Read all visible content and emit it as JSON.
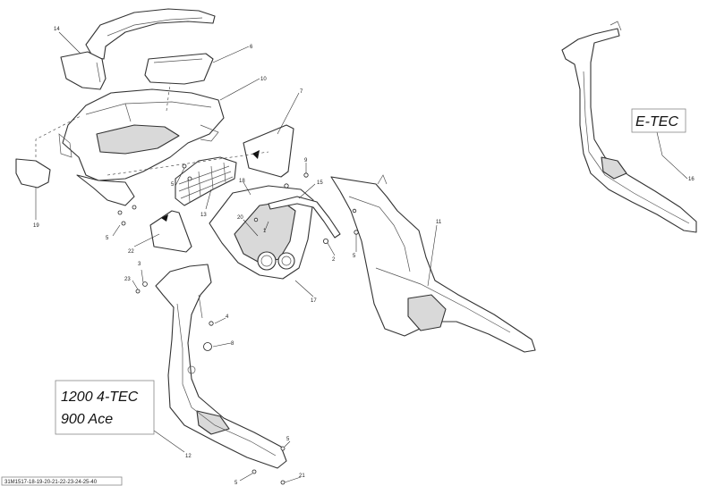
{
  "diagram": {
    "drawing_code": "31M1517-18-19-20-21-22-23-24-25-40",
    "variant_boxes": {
      "etec": [
        "E-TEC"
      ],
      "four_tec": [
        "1200 4-TEC",
        "900 Ace"
      ]
    },
    "callouts": [
      "14",
      "6",
      "10",
      "7",
      "9",
      "15",
      "18",
      "20",
      "1",
      "5",
      "13",
      "19",
      "22",
      "3",
      "23",
      "2",
      "17",
      "11",
      "4",
      "8",
      "12",
      "21",
      "16"
    ]
  }
}
